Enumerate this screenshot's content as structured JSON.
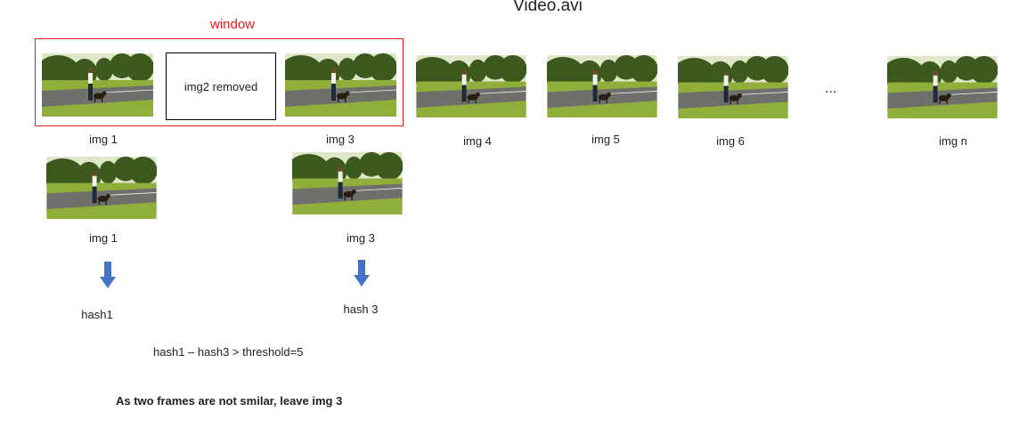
{
  "title": "Video.avi",
  "window_label": "window",
  "colors": {
    "window": "#e8191c",
    "arrow": "#4472c4",
    "sky": "#dfe6c9",
    "trees": "#3d5a1e",
    "grass": "#8fae3a",
    "road": "#6f6f6b"
  },
  "removed_frame_text": "img2 removed",
  "frame_labels": {
    "img1": "img 1",
    "img3": "img 3",
    "img4": "img 4",
    "img5": "img 5",
    "img6": "img 6",
    "imgn": "img n"
  },
  "ellipsis": "...",
  "compare": {
    "left_label": "img 1",
    "right_label": "img 3",
    "left_hash": "hash1",
    "right_hash": "hash 3",
    "arrow_icon": "down-arrow-icon"
  },
  "equation": "hash1 – hash3 > threshold=5",
  "conclusion": "As two frames are not smilar, leave img 3"
}
